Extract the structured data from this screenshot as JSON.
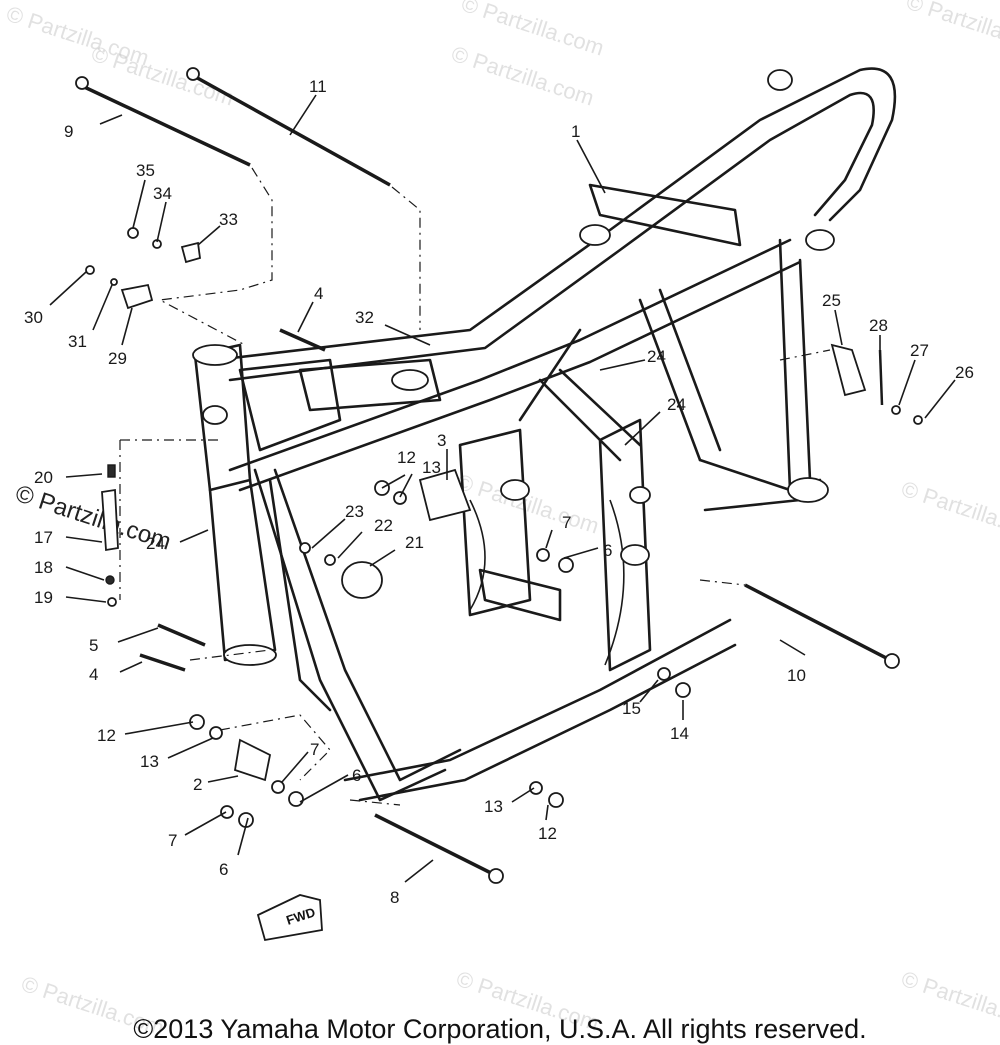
{
  "copyright": "©2013 Yamaha Motor Corporation, U.S.A. All rights reserved.",
  "watermark": "© Partzilla.com",
  "fwd_label": "FWD",
  "callouts": [
    {
      "label": "1"
    },
    {
      "label": "2"
    },
    {
      "label": "3"
    },
    {
      "label": "4"
    },
    {
      "label": "4"
    },
    {
      "label": "5"
    },
    {
      "label": "6"
    },
    {
      "label": "6"
    },
    {
      "label": "6"
    },
    {
      "label": "7"
    },
    {
      "label": "7"
    },
    {
      "label": "7"
    },
    {
      "label": "8"
    },
    {
      "label": "9"
    },
    {
      "label": "10"
    },
    {
      "label": "11"
    },
    {
      "label": "12"
    },
    {
      "label": "12"
    },
    {
      "label": "12"
    },
    {
      "label": "13"
    },
    {
      "label": "13"
    },
    {
      "label": "13"
    },
    {
      "label": "14"
    },
    {
      "label": "15"
    },
    {
      "label": "17"
    },
    {
      "label": "18"
    },
    {
      "label": "19"
    },
    {
      "label": "20"
    },
    {
      "label": "21"
    },
    {
      "label": "22"
    },
    {
      "label": "23"
    },
    {
      "label": "24"
    },
    {
      "label": "24"
    },
    {
      "label": "24"
    },
    {
      "label": "25"
    },
    {
      "label": "26"
    },
    {
      "label": "27"
    },
    {
      "label": "28"
    },
    {
      "label": "29"
    },
    {
      "label": "30"
    },
    {
      "label": "31"
    },
    {
      "label": "32"
    },
    {
      "label": "33"
    },
    {
      "label": "34"
    },
    {
      "label": "35"
    }
  ]
}
